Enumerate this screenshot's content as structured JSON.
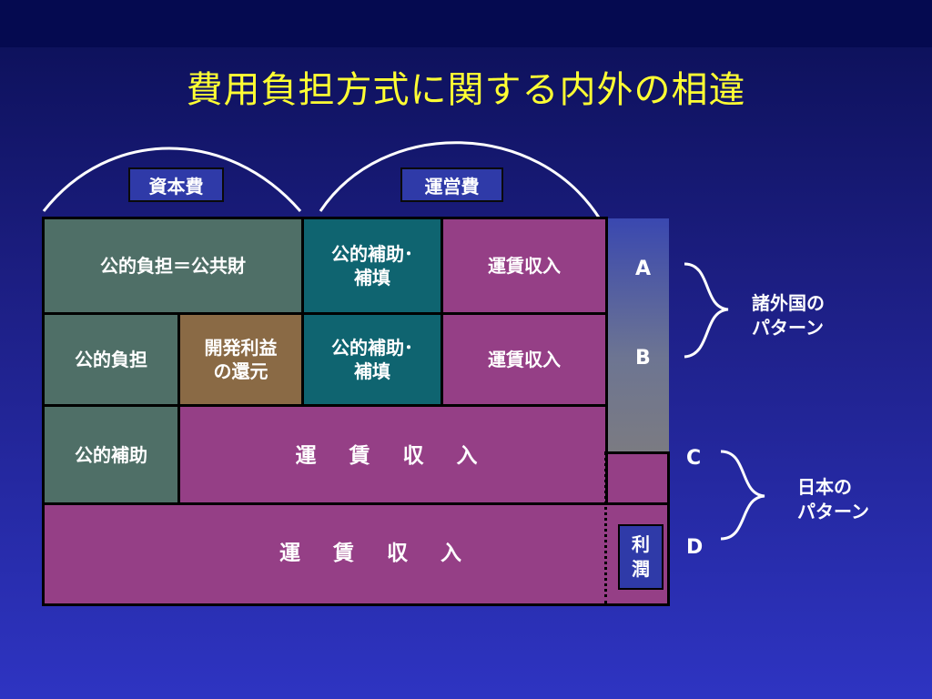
{
  "title": "費用負担方式に関する内外の相違",
  "tags": {
    "capital": "資本費",
    "operating": "運営費"
  },
  "rows": {
    "r1": {
      "public_goods": "公的負担＝公共財",
      "subsidy": "公的補助･\n補填",
      "fare": "運賃収入"
    },
    "r2": {
      "public_burden": "公的負担",
      "dev_return": "開発利益\nの還元",
      "subsidy": "公的補助･\n補填",
      "fare": "運賃収入"
    },
    "r3": {
      "subsidy": "公的補助",
      "fare": "運 賃 収 入"
    },
    "r4": {
      "fare": "運 賃 収 入",
      "profit": "利\n潤"
    }
  },
  "letters": {
    "a": "A",
    "b": "B",
    "c": "C",
    "d": "D"
  },
  "notes": {
    "foreign": "諸外国の\nパターン",
    "japan": "日本の\nパターン"
  },
  "colors": {
    "gray": "#4f6f67",
    "teal": "#0f6470",
    "purple": "#953f86",
    "brown": "#8a6a45",
    "tag": "#2f3aa8",
    "title": "#ffff33"
  }
}
